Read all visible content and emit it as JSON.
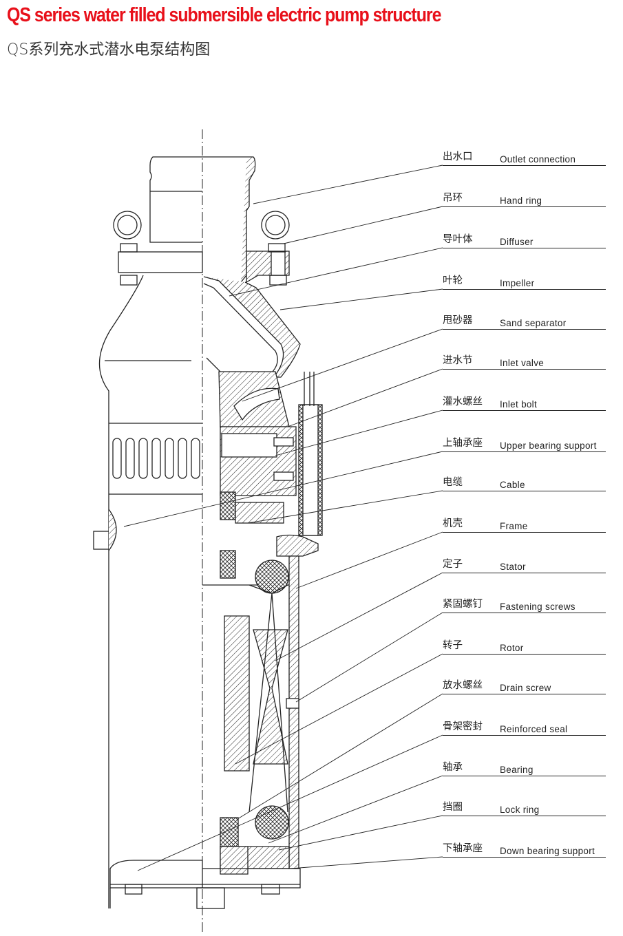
{
  "title": "QS series water filled submersible electric pump structure",
  "subtitle": "QS系列充水式潜水电泵结构图",
  "colors": {
    "title": "#e8101a",
    "line": "#222222"
  },
  "parts": [
    {
      "cn": "出水口",
      "en": "Outlet connection"
    },
    {
      "cn": "吊环",
      "en": "Hand ring"
    },
    {
      "cn": "导叶体",
      "en": "Diffuser"
    },
    {
      "cn": "叶轮",
      "en": "Impeller"
    },
    {
      "cn": "甩砂器",
      "en": "Sand separator"
    },
    {
      "cn": "进水节",
      "en": "Inlet valve"
    },
    {
      "cn": "灌水螺丝",
      "en": "Inlet bolt"
    },
    {
      "cn": "上轴承座",
      "en": "Upper bearing support"
    },
    {
      "cn": "电缆",
      "en": "Cable"
    },
    {
      "cn": "机壳",
      "en": "Frame"
    },
    {
      "cn": "定子",
      "en": "Stator"
    },
    {
      "cn": "紧固螺钉",
      "en": "Fastening screws"
    },
    {
      "cn": "转子",
      "en": "Rotor"
    },
    {
      "cn": "放水螺丝",
      "en": "Drain screw"
    },
    {
      "cn": "骨架密封",
      "en": "Reinforced seal"
    },
    {
      "cn": "轴承",
      "en": "Bearing"
    },
    {
      "cn": "挡圈",
      "en": "Lock ring"
    },
    {
      "cn": "下轴承座",
      "en": "Down bearing support"
    }
  ]
}
